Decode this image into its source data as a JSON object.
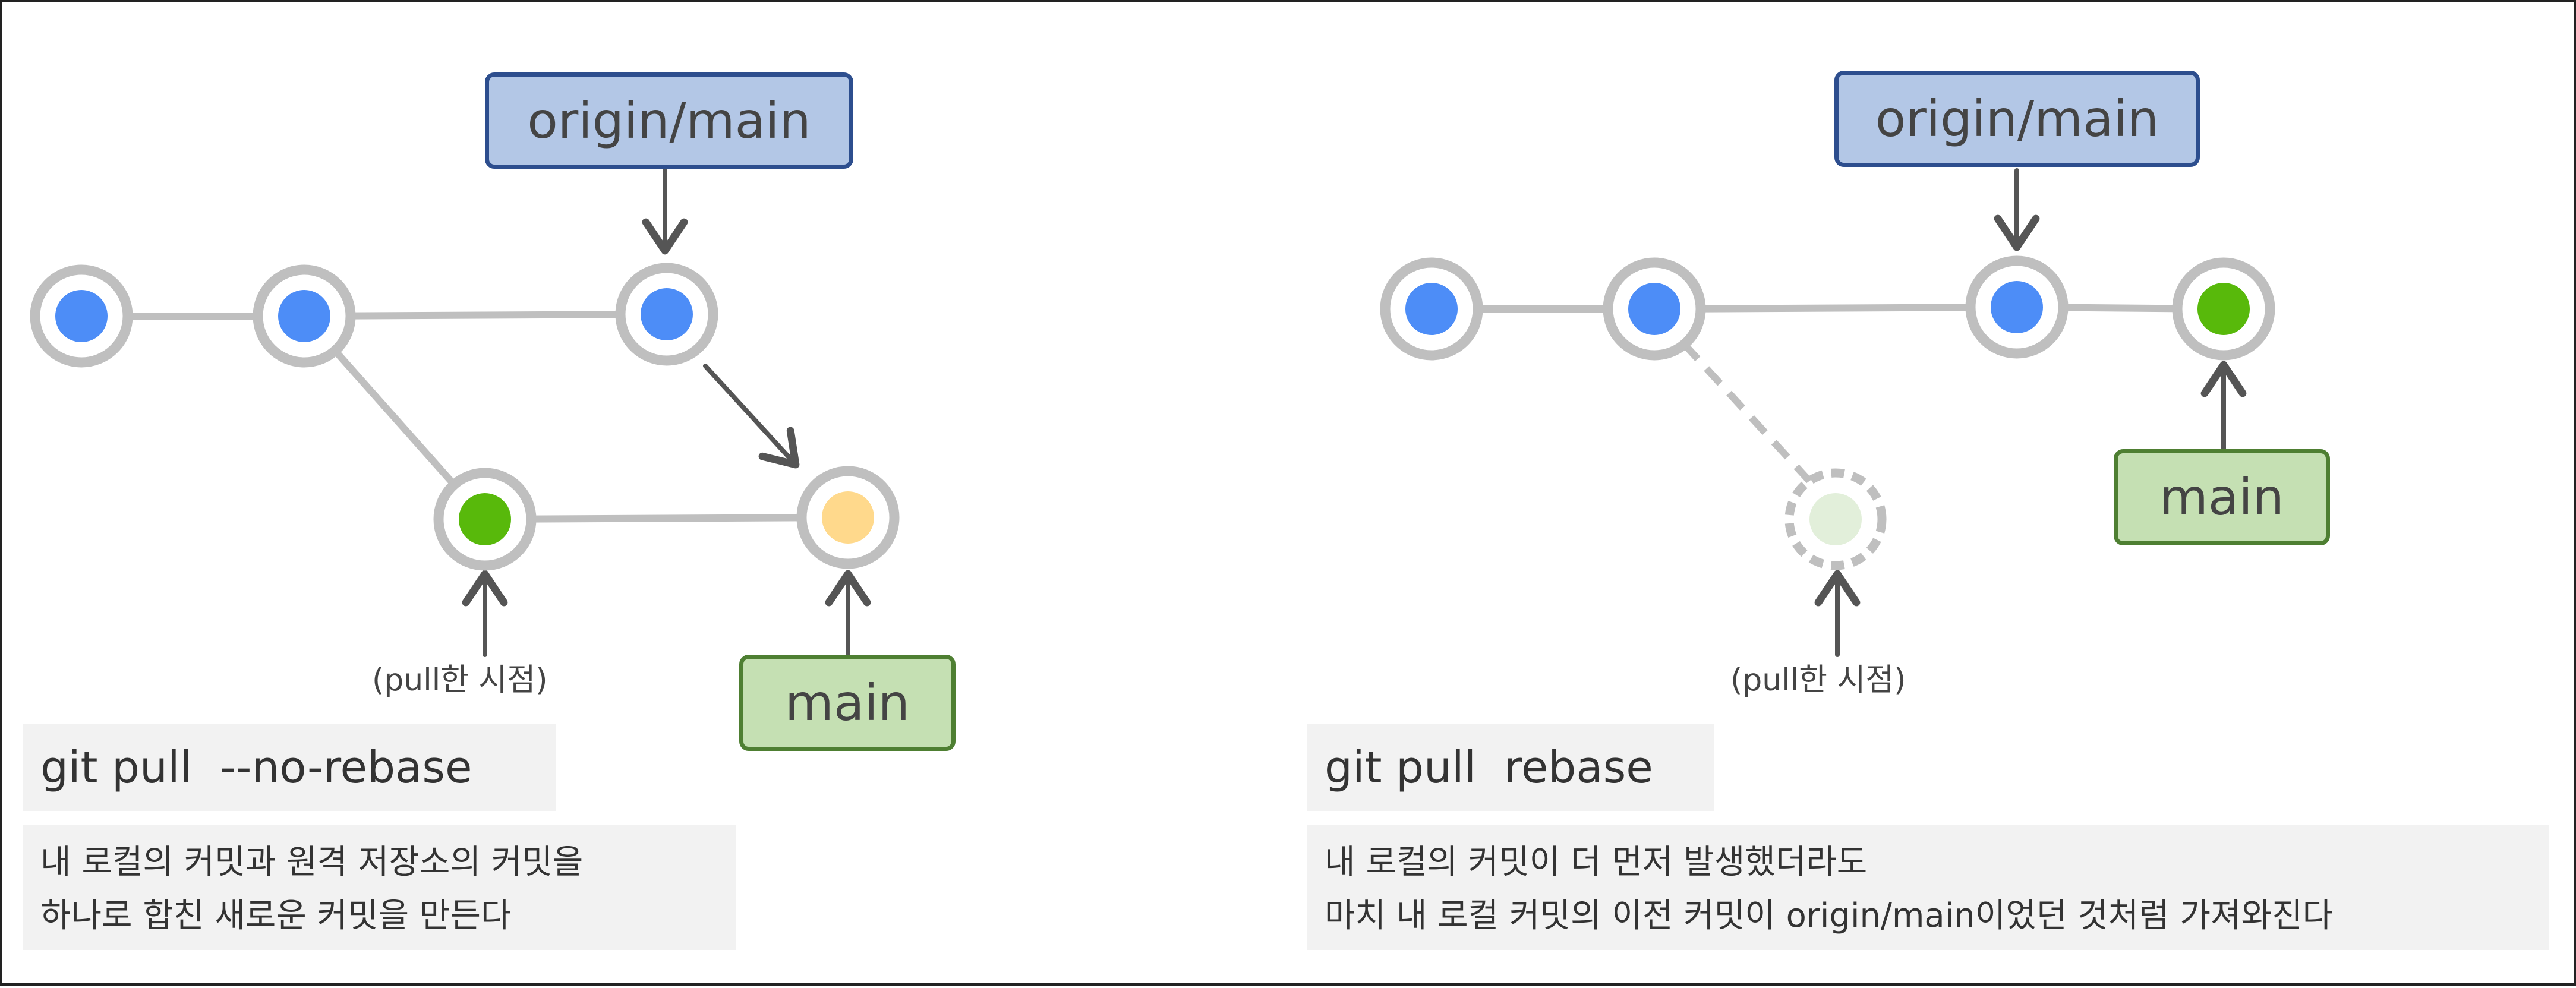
{
  "left_panel": {
    "remote_label": "origin/main",
    "local_label": "main",
    "pull_point_caption": "(pull한 시점)",
    "command": "git pull  --no-rebase",
    "description": [
      "내 로컬의 커밋과 원격 저장소의 커밋을",
      "하나로 합친 새로운 커밋을 만든다"
    ]
  },
  "right_panel": {
    "remote_label": "origin/main",
    "local_label": "main",
    "pull_point_caption": "(pull한 시점)",
    "command": "git pull  rebase",
    "description": [
      "내 로컬의 커밋이 더 먼저 발생했더라도",
      "마치 내 로컬 커밋의 이전 커밋이 origin/main이었던 것처럼 가져와진다"
    ]
  },
  "colors": {
    "remote_commit": "#4d8df7",
    "local_commit": "#58b90b",
    "merge_commit": "#ffd98c",
    "abandoned_commit": "#e2efda",
    "node_ring": "#bfbfbf",
    "arrow": "#555555"
  }
}
